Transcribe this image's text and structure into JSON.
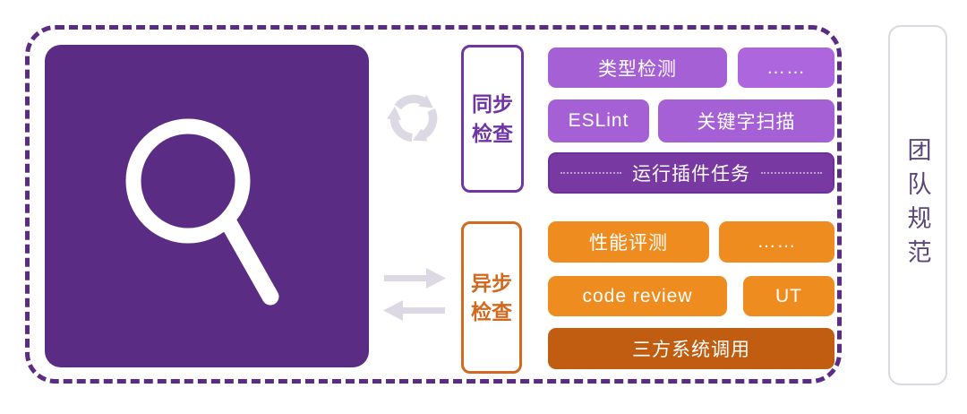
{
  "colors": {
    "brand_purple_dark": "#5b2c83",
    "purple_light": "#a560d6",
    "purple_lighter": "#ad66de",
    "purple_deep": "#7839a3",
    "sync_accent": "#6e35a3",
    "orange": "#ef8c20",
    "orange_deep": "#c05d10",
    "async_accent": "#d2691e",
    "icon_gray": "#dcd9e5",
    "team_text": "#5a4878",
    "team_border": "#d9d9df"
  },
  "diagram": {
    "scan_panel": {
      "icon": "magnifier-icon"
    },
    "sync_group": {
      "label_lines": [
        "同步",
        "检查"
      ],
      "items": {
        "type_check": "类型检测",
        "more": "……",
        "eslint": "ESLint",
        "keyword_scan": "关键字扫描",
        "plugin_task": "运行插件任务"
      }
    },
    "async_group": {
      "label_lines": [
        "异步",
        "检查"
      ],
      "items": {
        "perf_test": "性能评测",
        "more": "……",
        "code_review": "code review",
        "ut": "UT",
        "third_party": "三方系统调用"
      }
    },
    "team_panel": {
      "label": "团队规范"
    }
  }
}
